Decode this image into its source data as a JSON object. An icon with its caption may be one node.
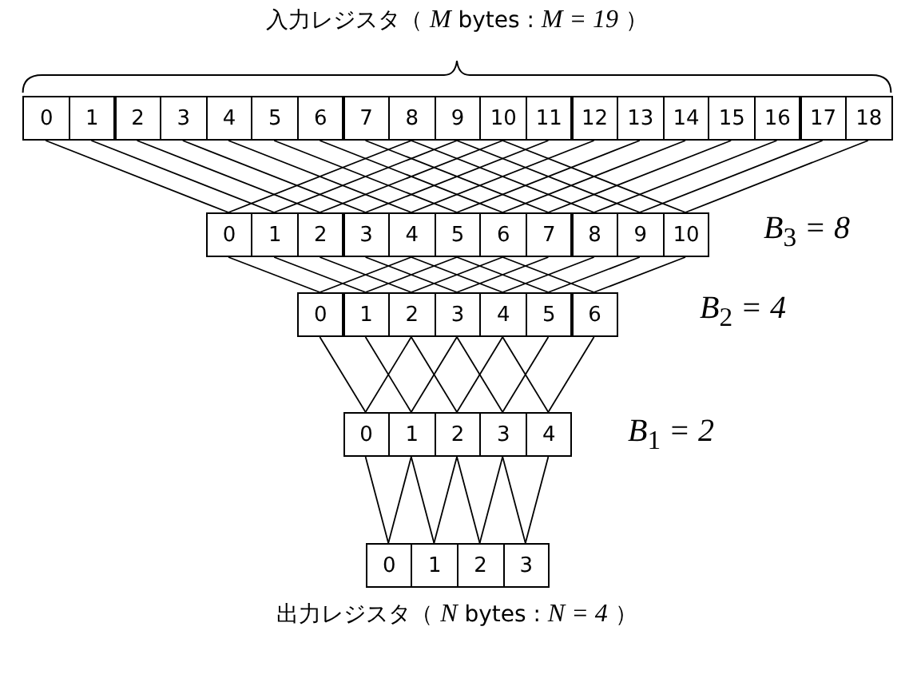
{
  "diagram": {
    "nodes": [
      {
        "text": [
          "0"
        ]
      },
      {
        "text": [
          "1"
        ]
      },
      {
        "text": [
          "2"
        ]
      },
      {
        "text": [
          "3"
        ]
      },
      {
        "text": [
          "4"
        ]
      },
      {
        "text": [
          "5"
        ]
      },
      {
        "text": [
          "6"
        ]
      },
      {
        "text": [
          "7"
        ]
      },
      {
        "text": [
          "8"
        ]
      },
      {
        "text": [
          "9"
        ]
      },
      {
        "text": [
          "10"
        ]
      },
      {
        "text": [
          "11"
        ]
      },
      {
        "text": [
          "12"
        ]
      },
      {
        "text": [
          "13"
        ]
      },
      {
        "text": [
          "14"
        ]
      },
      {
        "text": [
          "15"
        ]
      },
      {
        "text": [
          "16"
        ]
      },
      {
        "text": [
          "17"
        ]
      },
      {
        "text": [
          "18"
        ]
      },
      {
        "text": [
          "0"
        ]
      },
      {
        "text": [
          "1"
        ]
      },
      {
        "text": [
          "2"
        ]
      },
      {
        "text": [
          "3"
        ]
      },
      {
        "text": [
          "4"
        ]
      },
      {
        "text": [
          "5"
        ]
      },
      {
        "text": [
          "6"
        ]
      },
      {
        "text": [
          "7"
        ]
      },
      {
        "text": [
          "8"
        ]
      },
      {
        "text": [
          "9"
        ]
      },
      {
        "text": [
          "10"
        ]
      },
      {
        "text": [
          "0"
        ]
      },
      {
        "text": [
          "1"
        ]
      },
      {
        "text": [
          "2"
        ]
      },
      {
        "text": [
          "3"
        ]
      },
      {
        "text": [
          "4"
        ]
      },
      {
        "text": [
          "5"
        ]
      },
      {
        "text": [
          "6"
        ]
      },
      {
        "text": [
          "0"
        ]
      },
      {
        "text": [
          "1"
        ]
      },
      {
        "text": [
          "2"
        ]
      },
      {
        "text": [
          "3"
        ]
      },
      {
        "text": [
          "4"
        ]
      },
      {
        "text": [
          "0"
        ]
      },
      {
        "text": [
          "1"
        ]
      },
      {
        "text": [
          "2"
        ]
      },
      {
        "text": [
          "3"
        ]
      }
    ],
    "edges": [
      {
        "from": 0,
        "to": 19,
        "arrow": "none"
      },
      {
        "from": 8,
        "to": 19,
        "arrow": "none"
      },
      {
        "from": 1,
        "to": 20,
        "arrow": "none"
      },
      {
        "from": 9,
        "to": 20,
        "arrow": "none"
      },
      {
        "from": 2,
        "to": 21,
        "arrow": "none"
      },
      {
        "from": 10,
        "to": 21,
        "arrow": "none"
      },
      {
        "from": 3,
        "to": 22,
        "arrow": "none"
      },
      {
        "from": 11,
        "to": 22,
        "arrow": "none"
      },
      {
        "from": 4,
        "to": 23,
        "arrow": "none"
      },
      {
        "from": 12,
        "to": 23,
        "arrow": "none"
      },
      {
        "from": 5,
        "to": 24,
        "arrow": "none"
      },
      {
        "from": 13,
        "to": 24,
        "arrow": "none"
      },
      {
        "from": 6,
        "to": 25,
        "arrow": "none"
      },
      {
        "from": 14,
        "to": 25,
        "arrow": "none"
      },
      {
        "from": 7,
        "to": 26,
        "arrow": "none"
      },
      {
        "from": 15,
        "to": 26,
        "arrow": "none"
      },
      {
        "from": 8,
        "to": 27,
        "arrow": "none"
      },
      {
        "from": 16,
        "to": 27,
        "arrow": "none"
      },
      {
        "from": 9,
        "to": 28,
        "arrow": "none"
      },
      {
        "from": 17,
        "to": 28,
        "arrow": "none"
      },
      {
        "from": 10,
        "to": 29,
        "arrow": "none"
      },
      {
        "from": 18,
        "to": 29,
        "arrow": "none"
      },
      {
        "from": 19,
        "to": 30,
        "arrow": "none"
      },
      {
        "from": 23,
        "to": 30,
        "arrow": "none"
      },
      {
        "from": 20,
        "to": 31,
        "arrow": "none"
      },
      {
        "from": 24,
        "to": 31,
        "arrow": "none"
      },
      {
        "from": 21,
        "to": 32,
        "arrow": "none"
      },
      {
        "from": 25,
        "to": 32,
        "arrow": "none"
      },
      {
        "from": 22,
        "to": 33,
        "arrow": "none"
      },
      {
        "from": 26,
        "to": 33,
        "arrow": "none"
      },
      {
        "from": 23,
        "to": 34,
        "arrow": "none"
      },
      {
        "from": 27,
        "to": 34,
        "arrow": "none"
      },
      {
        "from": 24,
        "to": 35,
        "arrow": "none"
      },
      {
        "from": 28,
        "to": 35,
        "arrow": "none"
      },
      {
        "from": 25,
        "to": 36,
        "arrow": "none"
      },
      {
        "from": 29,
        "to": 36,
        "arrow": "none"
      },
      {
        "from": 30,
        "to": 37,
        "arrow": "none"
      },
      {
        "from": 32,
        "to": 37,
        "arrow": "none"
      },
      {
        "from": 31,
        "to": 38,
        "arrow": "none"
      },
      {
        "from": 33,
        "to": 38,
        "arrow": "none"
      },
      {
        "from": 32,
        "to": 39,
        "arrow": "none"
      },
      {
        "from": 34,
        "to": 39,
        "arrow": "none"
      },
      {
        "from": 33,
        "to": 40,
        "arrow": "none"
      },
      {
        "from": 35,
        "to": 40,
        "arrow": "none"
      },
      {
        "from": 34,
        "to": 41,
        "arrow": "none"
      },
      {
        "from": 36,
        "to": 41,
        "arrow": "none"
      },
      {
        "from": 37,
        "to": 42,
        "arrow": "none"
      },
      {
        "from": 38,
        "to": 42,
        "arrow": "none"
      },
      {
        "from": 38,
        "to": 43,
        "arrow": "none"
      },
      {
        "from": 39,
        "to": 43,
        "arrow": "none"
      },
      {
        "from": 39,
        "to": 44,
        "arrow": "none"
      },
      {
        "from": 40,
        "to": 44,
        "arrow": "none"
      },
      {
        "from": 40,
        "to": 45,
        "arrow": "none"
      },
      {
        "from": 41,
        "to": 45,
        "arrow": "none"
      }
    ],
    "labels": [
      "入力レジスタ（ *M* bytes : *M = 19* ）",
      "*B*$_{3}$ *= 8*",
      "*B*$_{2}$ *= 4*",
      "*B*$_{1}$ *= 2*",
      "出力レジスタ（ *N* bytes : *N = 4* ）"
    ]
  }
}
